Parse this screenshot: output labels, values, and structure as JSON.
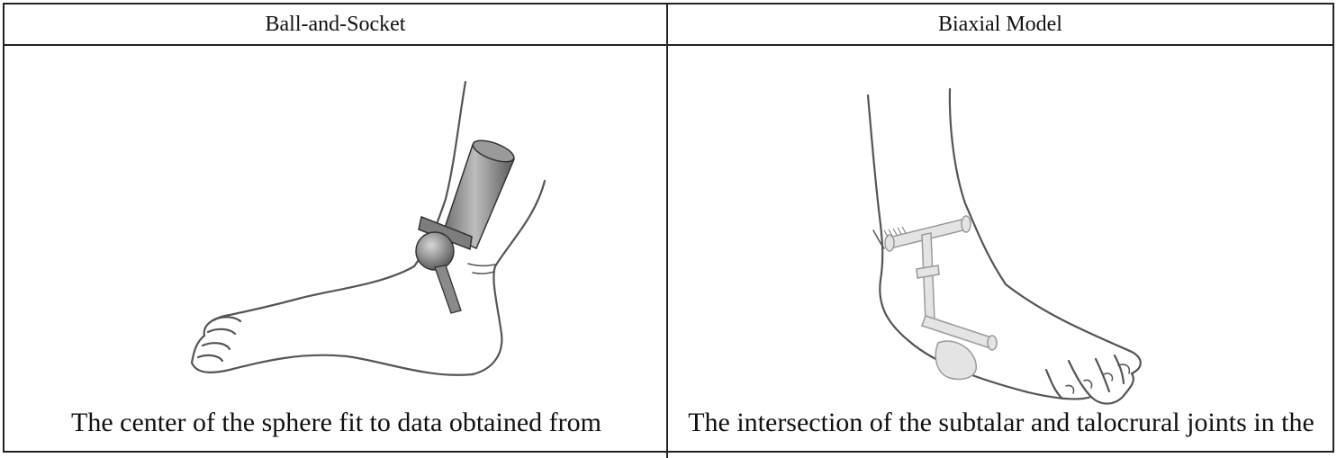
{
  "table": {
    "headers": [
      "Ball-and-Socket",
      "Biaxial Model"
    ],
    "captions": [
      "The center of the sphere fit to data obtained from",
      "The intersection of the subtalar and talocrural joints in the"
    ]
  },
  "figures": [
    {
      "subject": "foot outline with ball-and-socket joint model"
    },
    {
      "subject": "foot outline with biaxial hinge joint model"
    }
  ]
}
